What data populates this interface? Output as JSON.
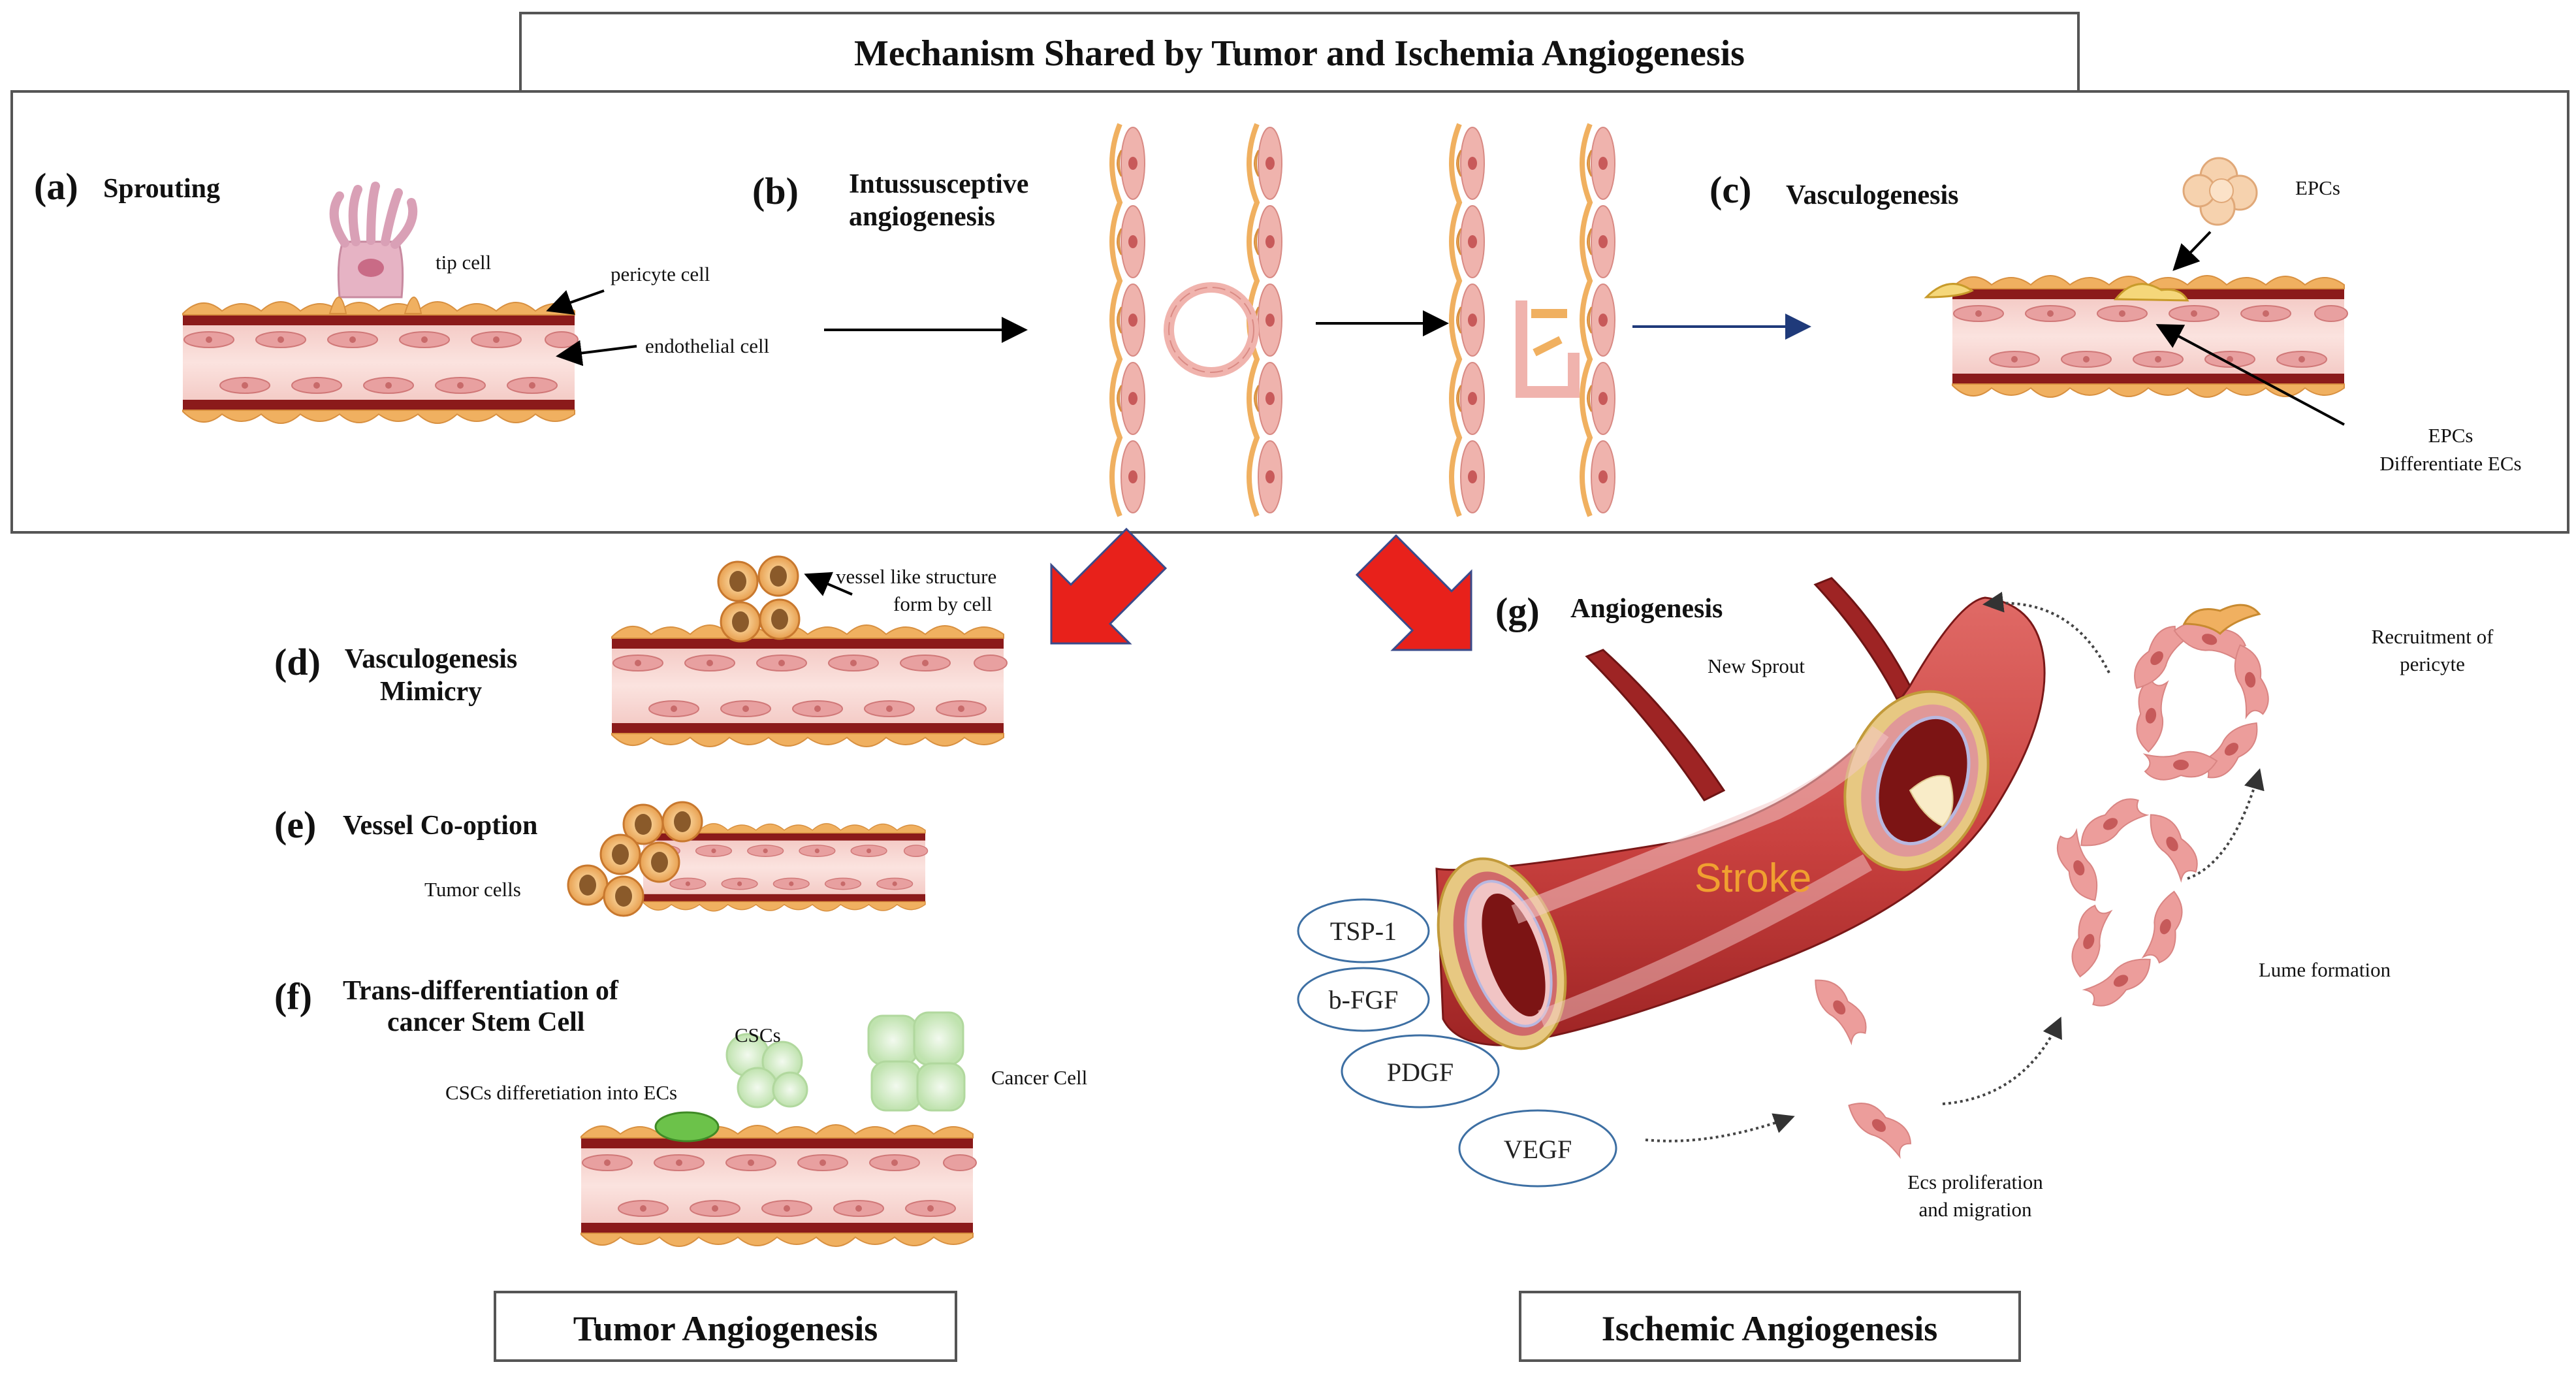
{
  "title": "Mechanism  Shared by Tumor and Ischemia Angiogenesis",
  "panels": {
    "a": {
      "letter": "(a)",
      "name": "Sprouting",
      "labels": {
        "tip": "tip cell",
        "pericyte": "pericyte cell",
        "endothelial": "endothelial cell"
      }
    },
    "b": {
      "letter": "(b)",
      "name_line1": "Intussusceptive",
      "name_line2": "angiogenesis"
    },
    "c": {
      "letter": "(c)",
      "name": "Vasculogenesis",
      "labels": {
        "epcs": "EPCs",
        "epcs2": "EPCs",
        "diff": "Differentiate ECs"
      }
    },
    "d": {
      "letter": "(d)",
      "name_line1": "Vasculogenesis",
      "name_line2": "Mimicry",
      "labels": {
        "line1": "vessel like structure",
        "line2": "form by cell"
      }
    },
    "e": {
      "letter": "(e)",
      "name": "Vessel Co-option",
      "labels": {
        "tumor": "Tumor cells"
      }
    },
    "f": {
      "letter": "(f)",
      "name_line1": "Trans-differentiation of",
      "name_line2": "cancer Stem Cell",
      "labels": {
        "cscs": "CSCs",
        "diff": "CSCs differetiation into ECs",
        "cancer": "Cancer Cell"
      }
    },
    "g": {
      "letter": "(g)",
      "name": "Angiogenesis",
      "labels": {
        "sprout": "New Sprout",
        "stroke": "Stroke",
        "recruit1": "Recruitment of",
        "recruit2": "pericyte",
        "lume": "Lume formation",
        "prolif1": "Ecs proliferation",
        "prolif2": "and migration"
      }
    }
  },
  "factors": [
    "TSP-1",
    "b-FGF",
    "PDGF",
    "VEGF"
  ],
  "footer": {
    "tumor": "Tumor Angiogenesis",
    "ischemic": "Ischemic Angiogenesis"
  },
  "colors": {
    "vessel_wall": "#8b1a1a",
    "vessel_inner": "#f6d0cc",
    "pericyte": "#f0b060",
    "cell_pink": "#e89a9a",
    "arrow_red": "#e8211b",
    "factor_border": "#3d6fa3",
    "stroke_text": "#f0a030"
  }
}
